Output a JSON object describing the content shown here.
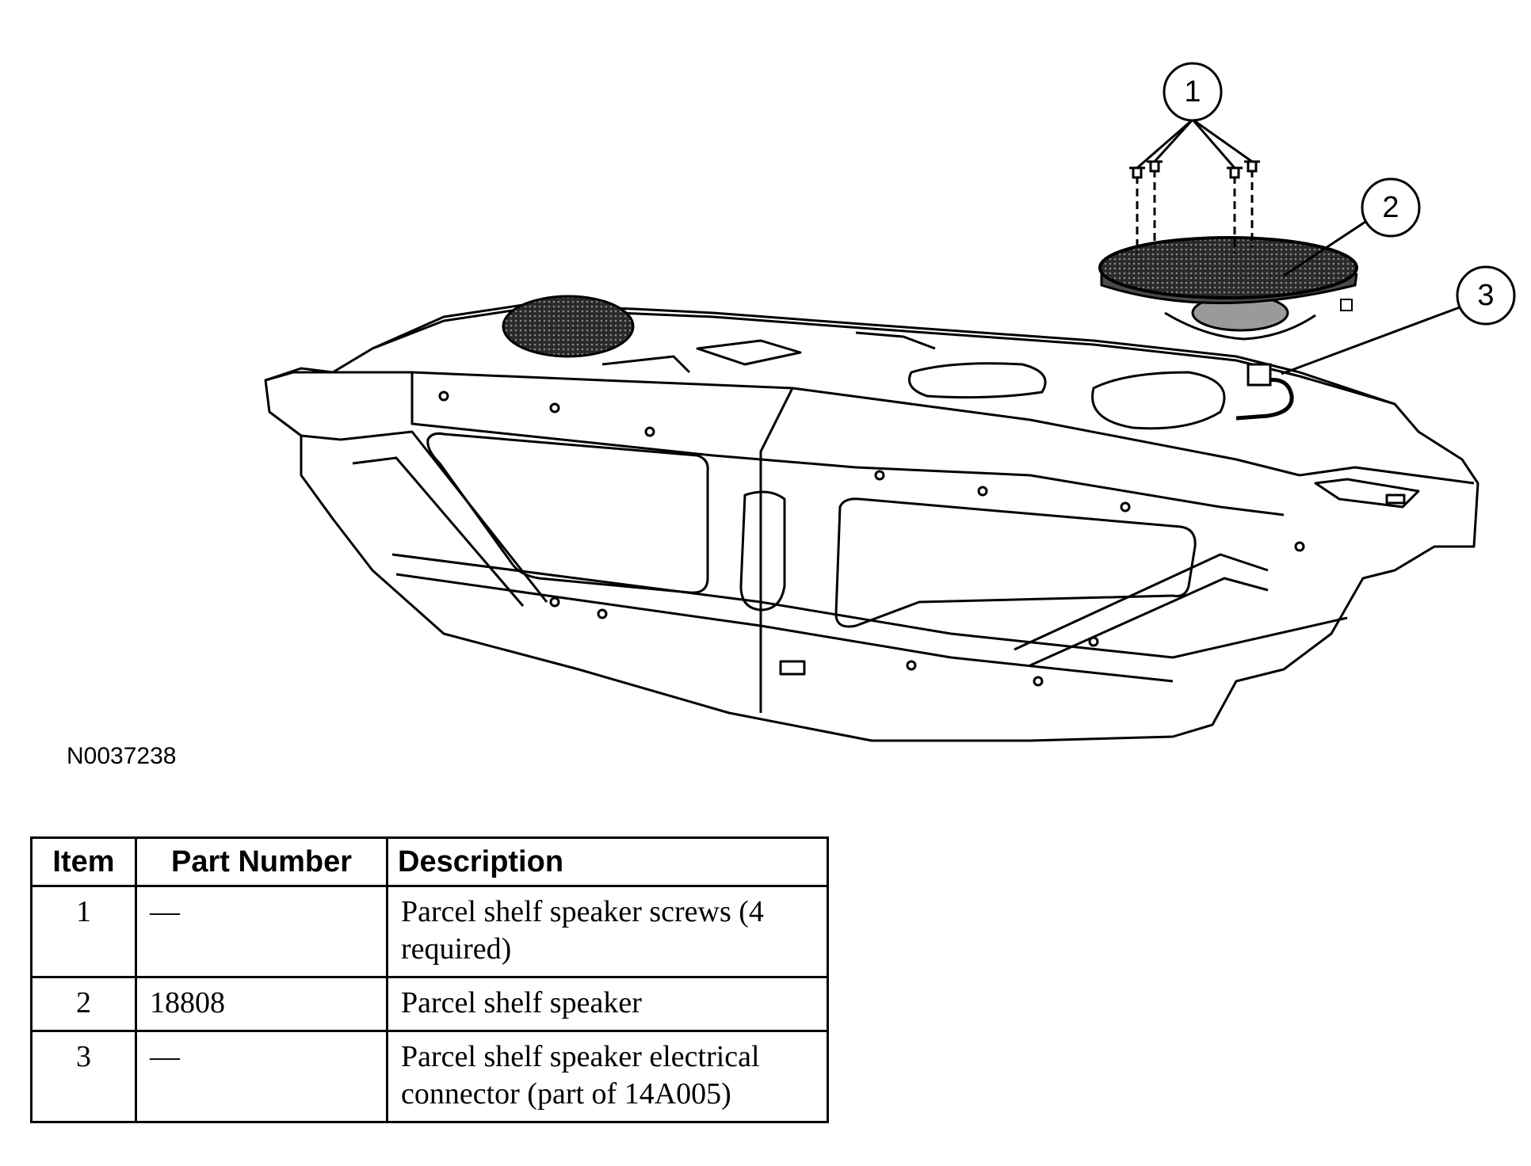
{
  "figure_id": "N0037238",
  "callouts": [
    "1",
    "2",
    "3"
  ],
  "table": {
    "headers": [
      "Item",
      "Part Number",
      "Description"
    ],
    "rows": [
      {
        "item": "1",
        "part_number": "—",
        "description": "Parcel shelf speaker screws (4 required)"
      },
      {
        "item": "2",
        "part_number": "18808",
        "description": "Parcel shelf speaker"
      },
      {
        "item": "3",
        "part_number": "—",
        "description": "Parcel shelf speaker electrical connector (part of 14A005)"
      }
    ]
  }
}
